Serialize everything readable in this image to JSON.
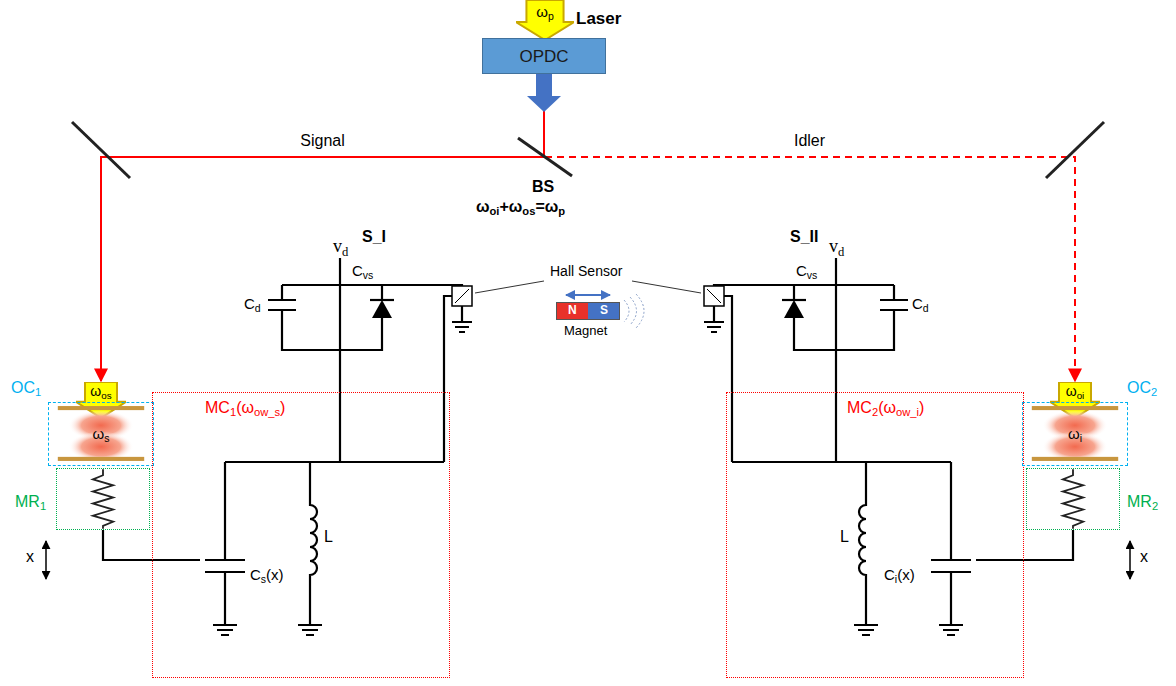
{
  "diagram": {
    "nodes": [
      {
        "text": [
          "ωp",
          "Laser"
        ]
      },
      {
        "text": [
          "OPDC"
        ]
      },
      {
        "text": [
          "ωos"
        ]
      },
      {
        "text": [
          "OC1",
          "ωs"
        ]
      },
      {
        "text": [
          "MR1"
        ]
      },
      {
        "text": [
          "MC1(ωow_s)"
        ]
      },
      {
        "text": [
          "MC2(ωow_i)"
        ]
      },
      {
        "text": [
          "ωoi"
        ]
      },
      {
        "text": [
          "OC2",
          "ωi"
        ]
      },
      {
        "text": [
          "MR2"
        ]
      },
      {
        "text": [
          "N",
          "S"
        ]
      }
    ],
    "edges": [
      {
        "from": 1,
        "to": 2,
        "arrow": "to",
        "label": "Signal"
      },
      {
        "from": 1,
        "to": 7,
        "arrow": "to",
        "label": "Idler"
      }
    ],
    "labels": [
      "BS",
      "ωoi+ωos=ωp",
      "S_I",
      "S_II",
      "vd",
      "vd",
      "Cvs",
      "Cvs",
      "Cd",
      "Cd",
      "Hall Sensor",
      "Magnet",
      "Cs(x)",
      "L",
      "x",
      "L",
      "Ci(x)",
      "x"
    ]
  }
}
